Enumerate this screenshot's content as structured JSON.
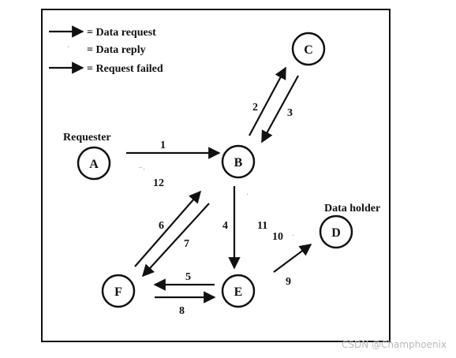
{
  "legend": {
    "data_request": "= Data request",
    "data_reply": "= Data reply",
    "request_failed": "= Request failed"
  },
  "nodes": {
    "A": "A",
    "B": "B",
    "C": "C",
    "D": "D",
    "E": "E",
    "F": "F"
  },
  "node_labels": {
    "requester": "Requester",
    "data_holder": "Data holder"
  },
  "edge_labels": {
    "e1": "1",
    "e2": "2",
    "e3": "3",
    "e4": "4",
    "e5": "5",
    "e6": "6",
    "e7": "7",
    "e8": "8",
    "e9": "9",
    "e10": "10",
    "e11": "11",
    "e12": "12"
  },
  "watermark": "CSDN @Champhoenix",
  "colors": {
    "ink": "#111111",
    "faint": "#9a9a9a"
  }
}
